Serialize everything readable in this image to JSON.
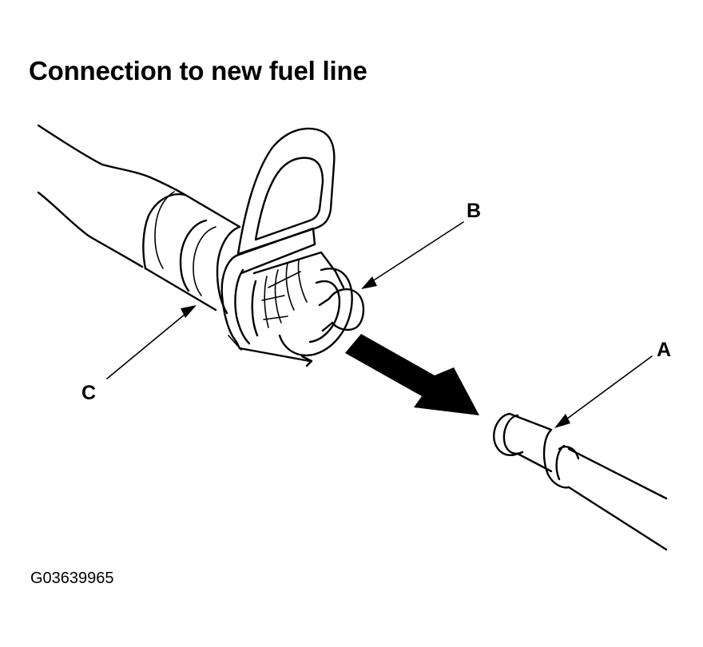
{
  "title": "Connection to new fuel line",
  "figure_code": "G03639965",
  "callouts": {
    "a": "A",
    "b": "B",
    "c": "C"
  },
  "colors": {
    "line": "#000000",
    "background": "#ffffff"
  }
}
